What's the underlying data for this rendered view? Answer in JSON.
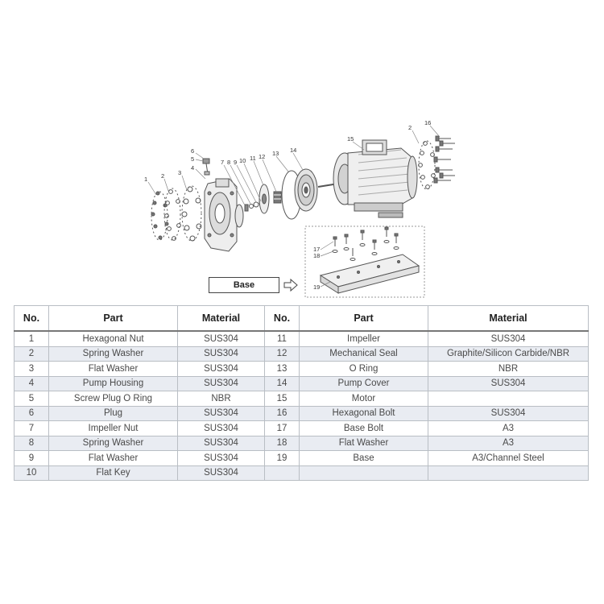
{
  "diagram": {
    "callouts": [
      "1",
      "2",
      "3",
      "4",
      "5",
      "6",
      "7",
      "8",
      "9",
      "10",
      "11",
      "12",
      "13",
      "14",
      "15",
      "2",
      "16",
      "17",
      "18",
      "19"
    ],
    "base_label": "Base"
  },
  "table": {
    "headers": [
      "No.",
      "Part",
      "Material",
      "No.",
      "Part",
      "Material"
    ],
    "rows": [
      [
        "1",
        "Hexagonal Nut",
        "SUS304",
        "11",
        "Impeller",
        "SUS304"
      ],
      [
        "2",
        "Spring Washer",
        "SUS304",
        "12",
        "Mechanical Seal",
        "Graphite/Silicon Carbide/NBR"
      ],
      [
        "3",
        "Flat Washer",
        "SUS304",
        "13",
        "O Ring",
        "NBR"
      ],
      [
        "4",
        "Pump Housing",
        "SUS304",
        "14",
        "Pump Cover",
        "SUS304"
      ],
      [
        "5",
        "Screw Plug O Ring",
        "NBR",
        "15",
        "Motor",
        ""
      ],
      [
        "6",
        "Plug",
        "SUS304",
        "16",
        "Hexagonal Bolt",
        "SUS304"
      ],
      [
        "7",
        "Impeller Nut",
        "SUS304",
        "17",
        "Base Bolt",
        "A3"
      ],
      [
        "8",
        "Spring Washer",
        "SUS304",
        "18",
        "Flat Washer",
        "A3"
      ],
      [
        "9",
        "Flat Washer",
        "SUS304",
        "19",
        "Base",
        "A3/Channel Steel"
      ],
      [
        "10",
        "Flat Key",
        "SUS304",
        "",
        "",
        ""
      ]
    ]
  }
}
